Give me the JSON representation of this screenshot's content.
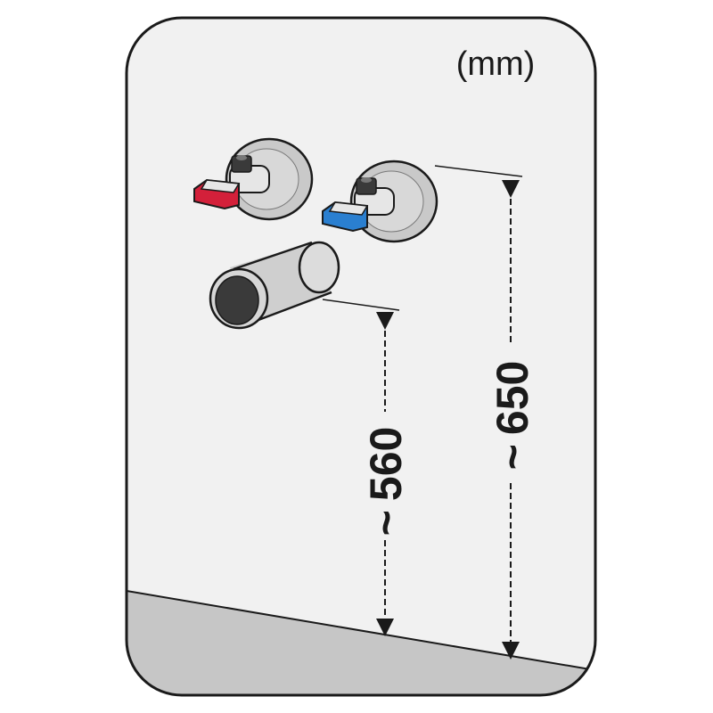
{
  "diagram": {
    "unit_label": "(mm)",
    "dimensions": {
      "drain_height": {
        "approx_symbol": "~",
        "value": "560"
      },
      "valve_height": {
        "approx_symbol": "~",
        "value": "650"
      }
    },
    "colors": {
      "wall": "#f1f1f1",
      "floor": "#c6c6c6",
      "outline": "#1a1a1a",
      "hot_handle": "#d3203a",
      "cold_handle": "#2a7fd0",
      "chrome": "#bcbcbc",
      "pipe_opening": "#3a3a3a"
    },
    "icons": [
      "hot-water-valve-icon",
      "cold-water-valve-icon",
      "drain-pipe-icon"
    ]
  }
}
